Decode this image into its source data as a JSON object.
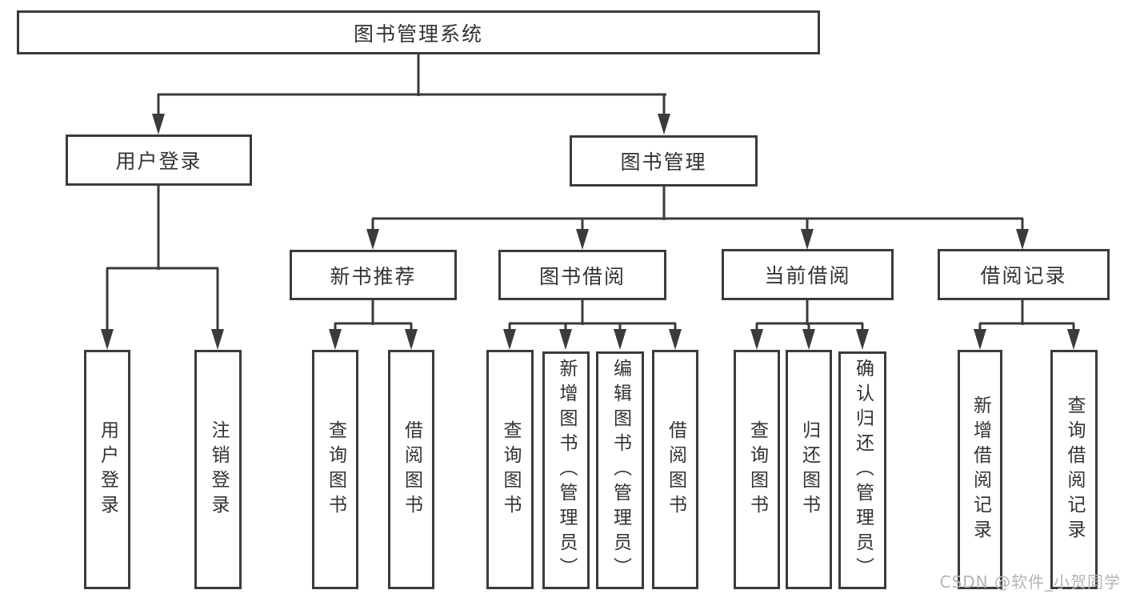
{
  "diagram": {
    "title": "图书管理系统",
    "tree": {
      "label": "图书管理系统",
      "children": [
        {
          "label": "用户登录",
          "children": [
            {
              "label": "用户登录"
            },
            {
              "label": "注销登录"
            }
          ]
        },
        {
          "label": "图书管理",
          "children": [
            {
              "label": "新书推荐",
              "children": [
                {
                  "label": "查询图书"
                },
                {
                  "label": "借阅图书"
                }
              ]
            },
            {
              "label": "图书借阅",
              "children": [
                {
                  "label": "查询图书"
                },
                {
                  "label": "新增图书（管理员）"
                },
                {
                  "label": "编辑图书（管理员）"
                },
                {
                  "label": "借阅图书"
                }
              ]
            },
            {
              "label": "当前借阅",
              "children": [
                {
                  "label": "查询图书"
                },
                {
                  "label": "归还图书"
                },
                {
                  "label": "确认归还（管理员）"
                }
              ]
            },
            {
              "label": "借阅记录",
              "children": [
                {
                  "label": "新增借阅记录"
                },
                {
                  "label": "查询借阅记录"
                }
              ]
            }
          ]
        }
      ]
    },
    "colors": {
      "line": "#3b3b3b",
      "box_border": "#3b3b3b",
      "text": "#333333",
      "watermark_text": "#b0b4ba",
      "background": "#ffffff"
    }
  },
  "watermark": {
    "text": "CSDN @软件_小贺同学"
  }
}
